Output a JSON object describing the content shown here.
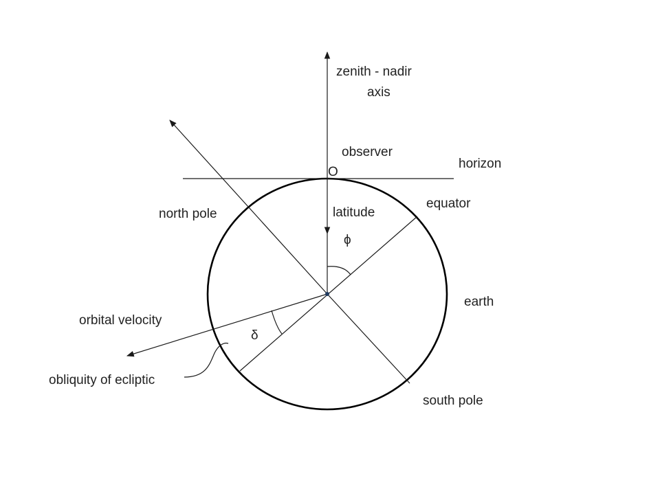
{
  "labels": {
    "zenith_line1": "zenith - nadir",
    "zenith_line2": "axis",
    "observer": "observer",
    "observer_point": "O",
    "horizon": "horizon",
    "north_pole": "north pole",
    "latitude": "latitude",
    "phi": "ϕ",
    "equator": "equator",
    "earth": "earth",
    "orbital_velocity": "orbital velocity",
    "delta": "δ",
    "obliquity": "obliquity of ecliptic",
    "south_pole": "south pole"
  },
  "colors": {
    "line": "#1a1a1a",
    "earth_outline": "#000000",
    "center_dot": "#1f3a5f",
    "text": "#222222"
  }
}
